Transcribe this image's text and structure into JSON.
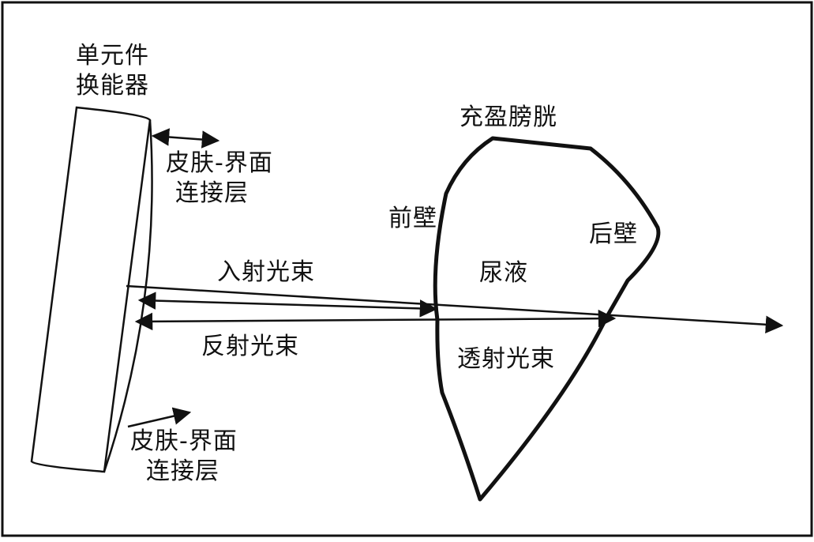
{
  "labels": {
    "transducer": [
      "单元件",
      "换能器"
    ],
    "skin_top": [
      "皮肤-界面",
      "连接层"
    ],
    "skin_bottom": [
      "皮肤-界面",
      "连接层"
    ],
    "bladder": "充盈膀胱",
    "front_wall": "前壁",
    "back_wall": "后壁",
    "urine": "尿液",
    "incident": "入射光束",
    "reflected": "反射光束",
    "transmitted": "透射光束"
  },
  "colors": {
    "stroke": "#111111",
    "background": "#ffffff"
  }
}
